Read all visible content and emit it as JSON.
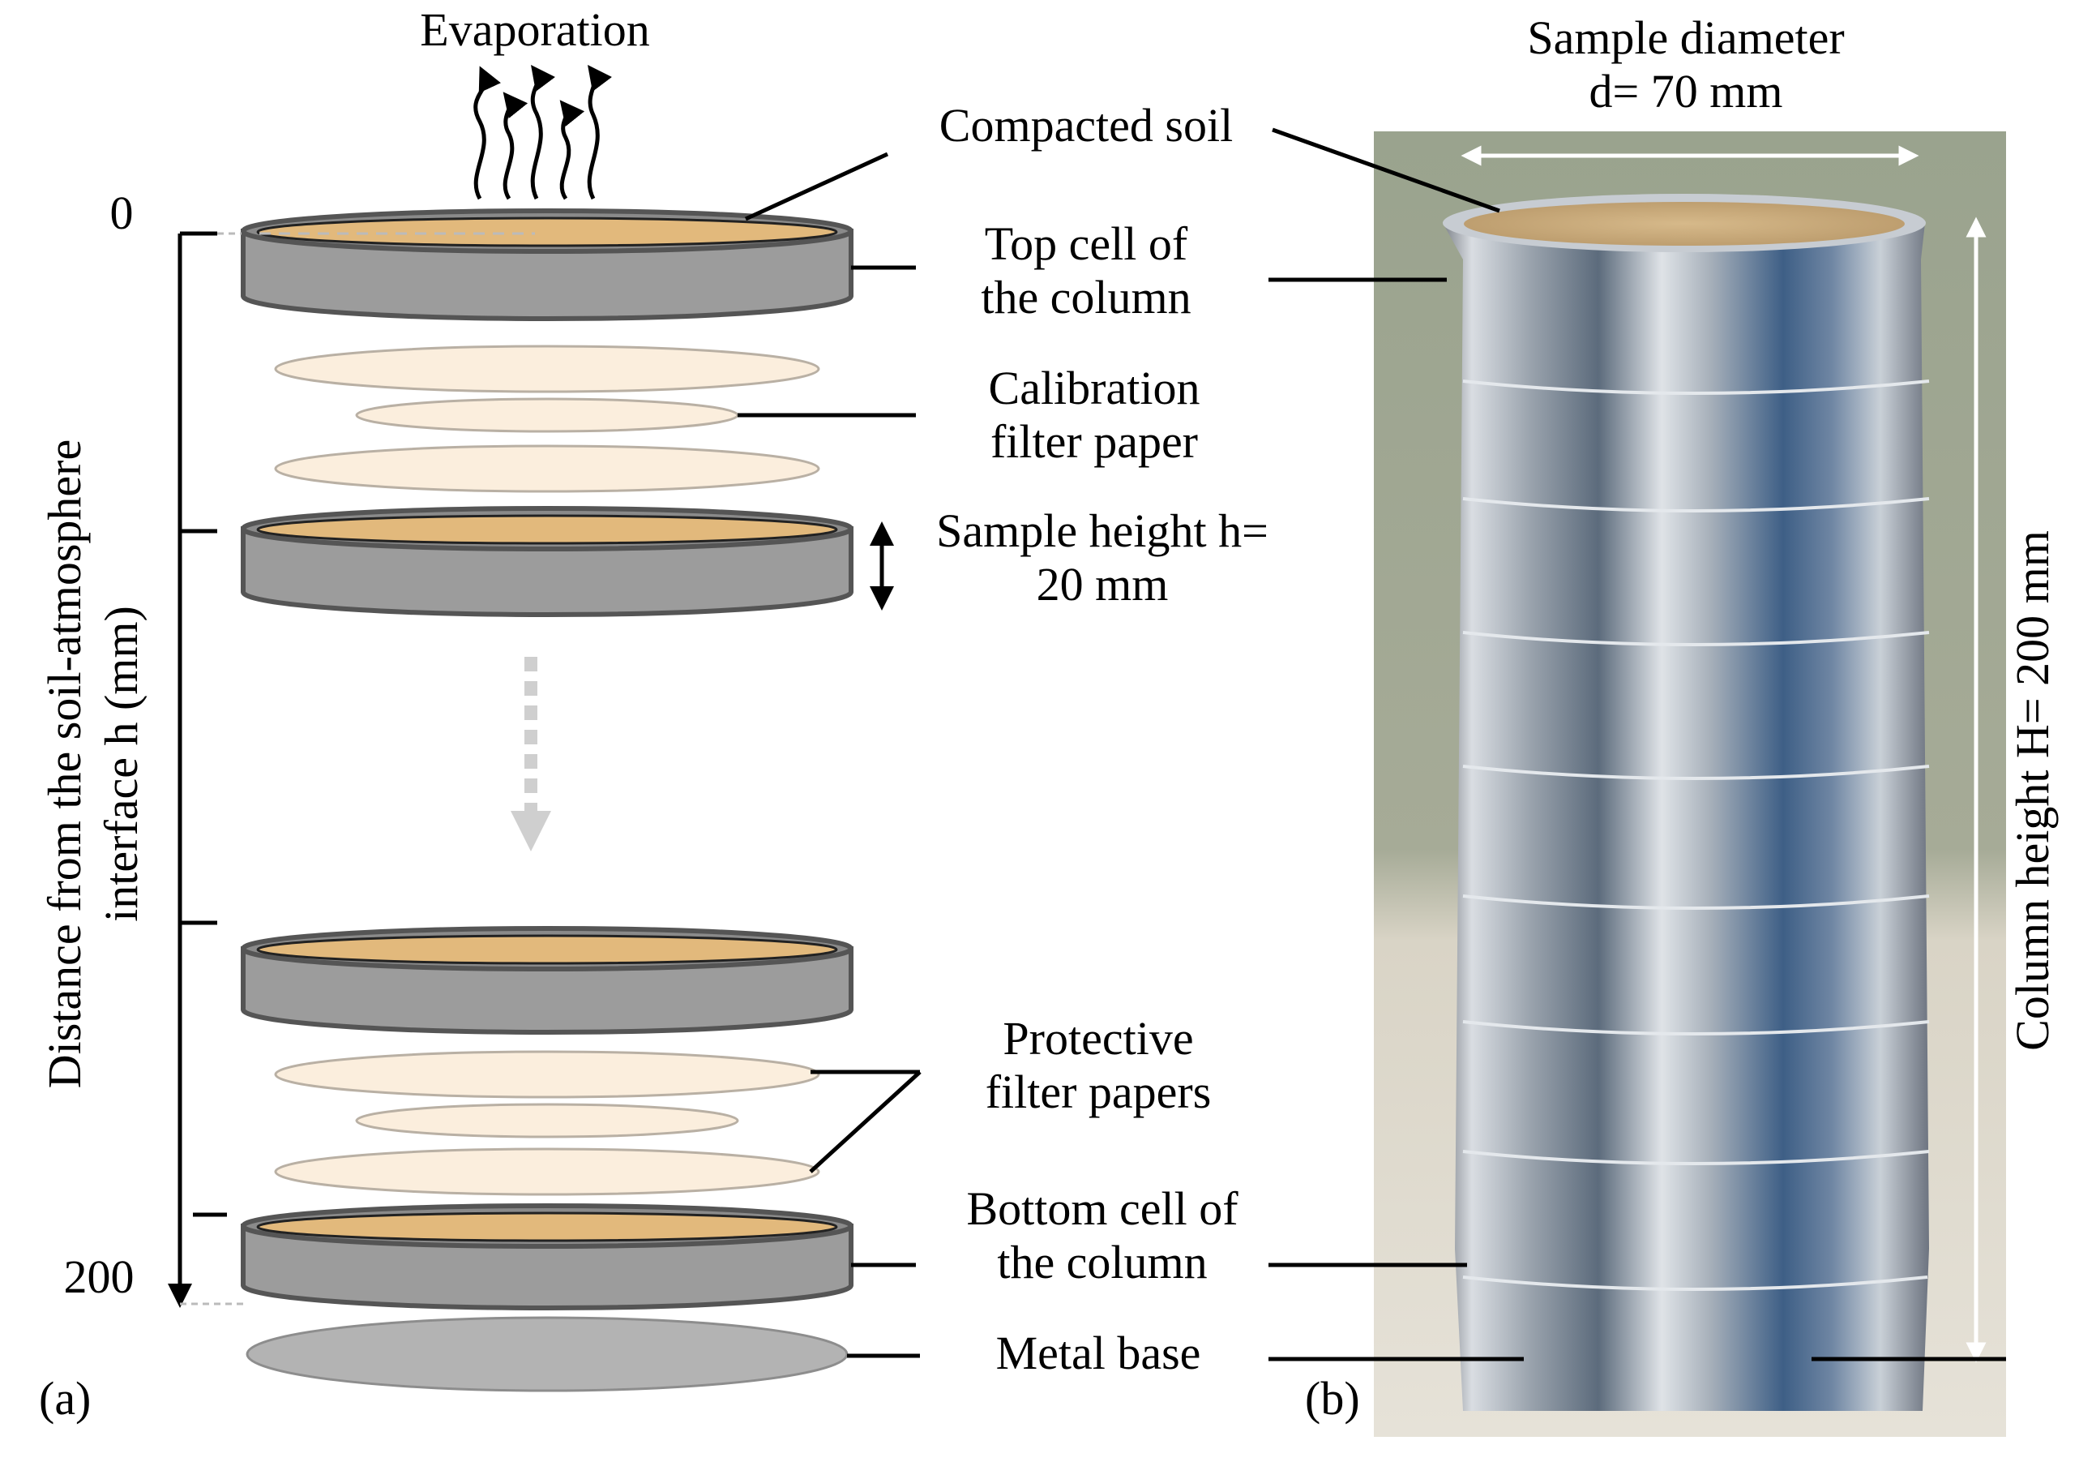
{
  "panel_a": {
    "panel_label": "(a)",
    "evaporation": "Evaporation",
    "axis": {
      "title_line1": "Distance from the soil-atmosphere",
      "title_line2": "interface  h (mm)",
      "tick_top": "0",
      "tick_bottom": "200"
    },
    "labels": {
      "compacted_soil": "Compacted soil",
      "top_cell_line1": "Top cell of",
      "top_cell_line2": "the column",
      "calibration_line1": "Calibration",
      "calibration_line2": "filter paper",
      "sample_height_line1": "Sample height h=",
      "sample_height_line2": "20 mm",
      "protective_line1": "Protective",
      "protective_line2": "filter papers",
      "bottom_cell_line1": "Bottom cell of",
      "bottom_cell_line2": "the column",
      "metal_base": "Metal base"
    }
  },
  "panel_b": {
    "panel_label": "(b)",
    "diameter_line1": "Sample diameter",
    "diameter_line2": "d= 70 mm",
    "column_height": "Column height H= 200 mm"
  },
  "colors": {
    "cell_grey": "#9c9c9c",
    "cell_outline": "#555555",
    "soil": "#e2b97c",
    "filter_paper": "#fbeedd",
    "base_grey": "#b3b3b3",
    "photo_background": "#8e9a87",
    "steel": "#b8bcc2"
  }
}
